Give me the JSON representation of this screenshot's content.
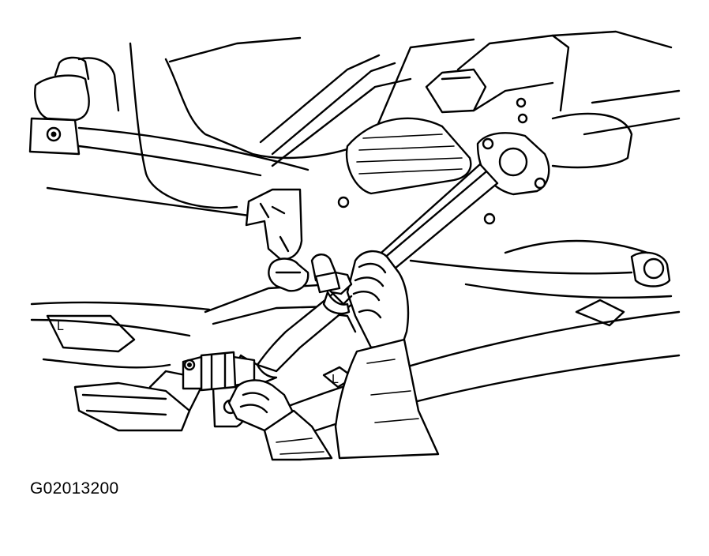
{
  "figure": {
    "id_label": "G02013200"
  },
  "markers": {
    "left_marker_1": "L",
    "left_marker_2": "L"
  },
  "colors": {
    "line": "#000000",
    "background": "#ffffff"
  }
}
